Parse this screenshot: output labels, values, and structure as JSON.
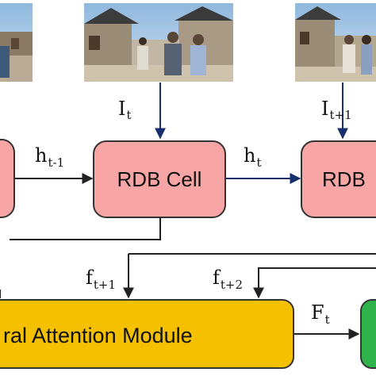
{
  "colors": {
    "rdb_fill": "#f7a5a5",
    "rdb_stroke": "#333333",
    "attention_fill": "#f5c000",
    "output_fill": "#2fb34a",
    "arrow_blue": "#17306b",
    "line_dark": "#222222"
  },
  "labels": {
    "input_t": {
      "base": "I",
      "sub": "t"
    },
    "input_t1": {
      "base": "I",
      "sub": "t+1"
    },
    "hidden_prev": {
      "base": "h",
      "sub": "t-1"
    },
    "hidden_cur": {
      "base": "h",
      "sub": "t"
    },
    "feat_t1": {
      "base": "f",
      "sub": "t+1"
    },
    "feat_t2": {
      "base": "f",
      "sub": "t+2"
    },
    "fused": {
      "base": "F",
      "sub": "t"
    }
  },
  "boxes": {
    "rdb_cell": "RDB Cell",
    "rdb_right": "RDB",
    "attention": "ral Attention Module"
  },
  "photos": {
    "left": "street-photo",
    "center": "street-photo",
    "right": "street-photo"
  }
}
